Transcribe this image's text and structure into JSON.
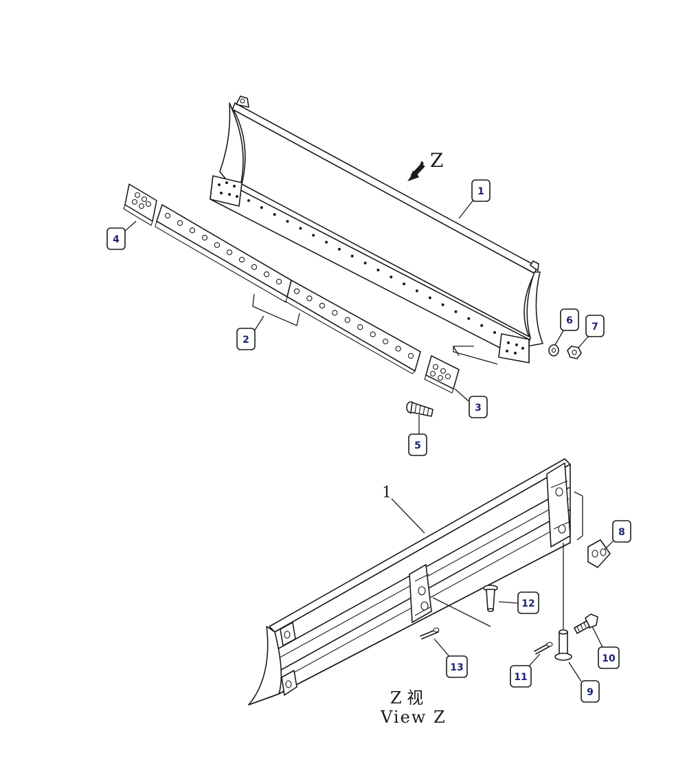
{
  "diagram": {
    "view_direction_label": "Z",
    "view_title_cn": "Z 视",
    "view_title_en": "View Z",
    "lower_reference_label": "1",
    "callouts": [
      {
        "id": "c1",
        "label": "1"
      },
      {
        "id": "c2",
        "label": "2"
      },
      {
        "id": "c3",
        "label": "3"
      },
      {
        "id": "c4",
        "label": "4"
      },
      {
        "id": "c5",
        "label": "5"
      },
      {
        "id": "c6",
        "label": "6"
      },
      {
        "id": "c7",
        "label": "7"
      },
      {
        "id": "c8",
        "label": "8"
      },
      {
        "id": "c9",
        "label": "9"
      },
      {
        "id": "c10",
        "label": "10"
      },
      {
        "id": "c11",
        "label": "11"
      },
      {
        "id": "c12",
        "label": "12"
      },
      {
        "id": "c13",
        "label": "13"
      }
    ],
    "colors": {
      "line": "#1a1a1a",
      "callout_text": "#1c2373",
      "background": "#ffffff"
    }
  }
}
